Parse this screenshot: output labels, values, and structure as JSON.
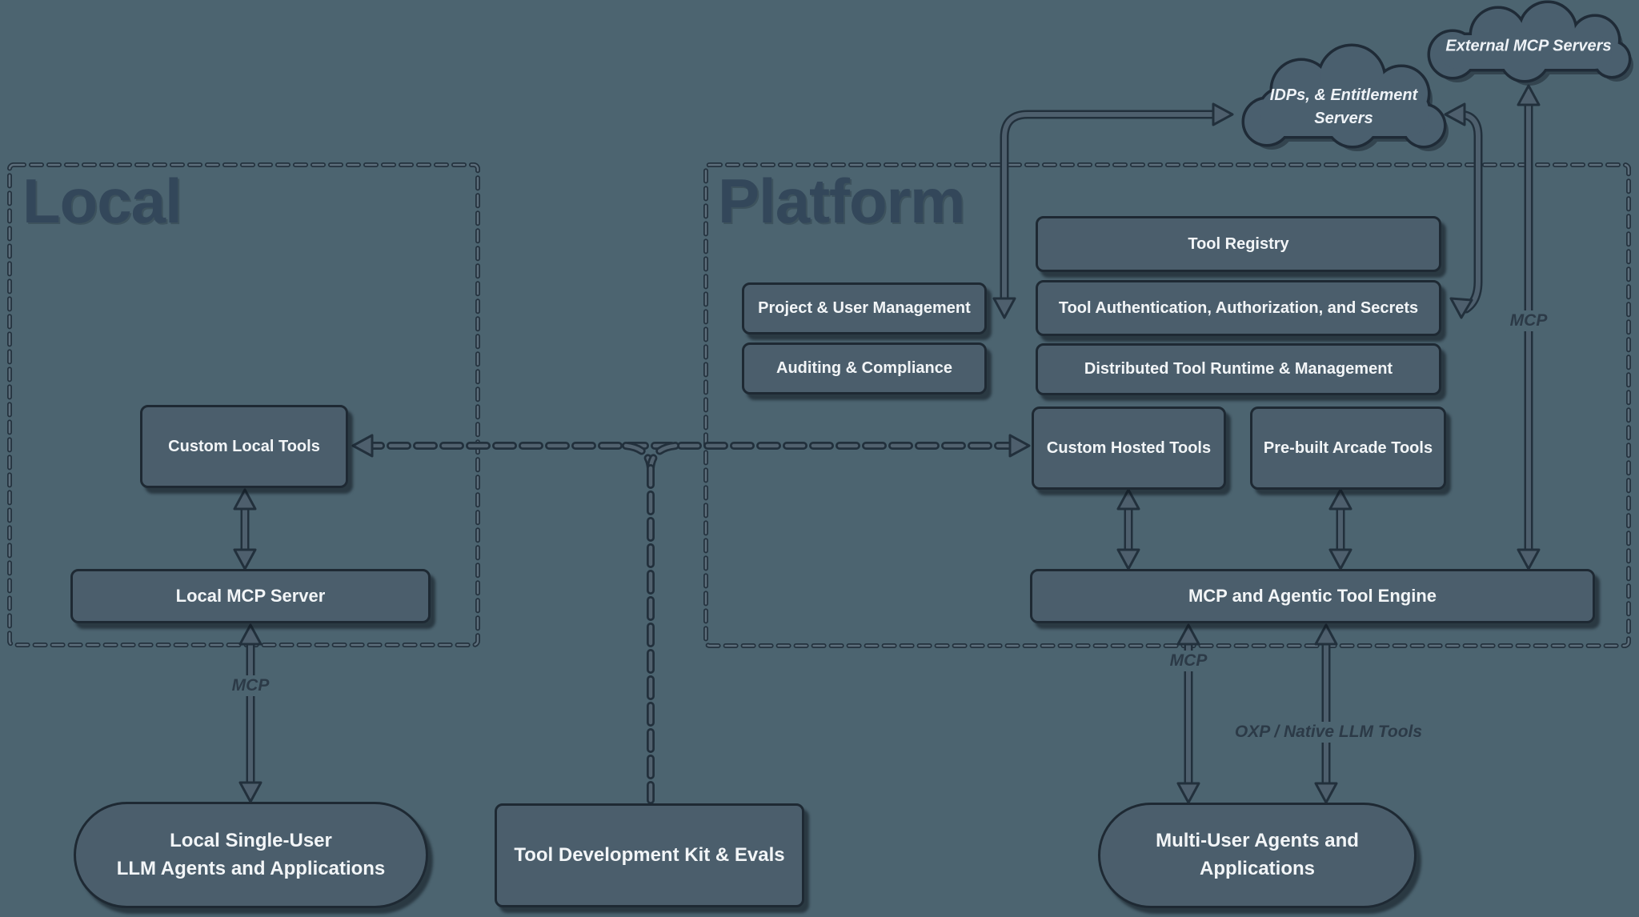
{
  "titles": {
    "local": "Local",
    "platform": "Platform"
  },
  "clouds": {
    "external": {
      "label": "External MCP Servers"
    },
    "idps": {
      "line1": "IDPs, & Entitlement",
      "line2": "Servers"
    }
  },
  "nodes": {
    "custom_local_tools": "Custom Local Tools",
    "local_mcp_server": "Local MCP Server",
    "local_agents_line1": "Local Single-User",
    "local_agents_line2": "LLM Agents and Applications",
    "tool_dev_kit": "Tool Development Kit & Evals",
    "project_user_mgmt": "Project & User Management",
    "auditing_compliance": "Auditing & Compliance",
    "tool_registry": "Tool Registry",
    "tool_auth": "Tool Authentication, Authorization, and Secrets",
    "distributed_runtime": "Distributed Tool Runtime & Management",
    "custom_hosted_tools": "Custom Hosted Tools",
    "prebuilt_arcade_tools": "Pre-built Arcade Tools",
    "engine": "MCP and Agentic Tool Engine",
    "multi_user_line1": "Multi-User Agents and",
    "multi_user_line2": "Applications"
  },
  "edge_labels": {
    "mcp_local": "MCP",
    "mcp_engine_client": "MCP",
    "oxp_native": "OXP / Native LLM Tools",
    "mcp_external": "MCP"
  },
  "colors": {
    "background": "#4C6470",
    "node_fill": "#4B5E6C",
    "node_border": "#1E2933",
    "node_text": "#F2F5F7",
    "container_dash": "#5D6E7B",
    "arrow_fill": "#4E5F6D",
    "arrow_outline": "#22303C",
    "cloud_fill": "#4A5F6E",
    "title_text": "#33475A",
    "edge_label_text": "#2C3A47"
  }
}
